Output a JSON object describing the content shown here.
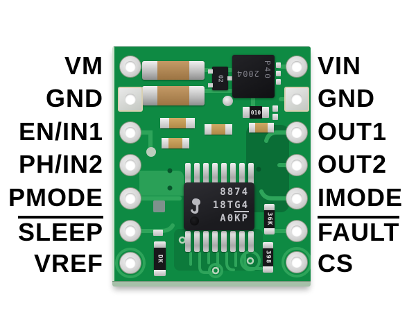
{
  "pins": {
    "left": [
      {
        "label": "VM",
        "overline": false
      },
      {
        "label": "GND",
        "overline": false
      },
      {
        "label": "EN/IN1",
        "overline": false
      },
      {
        "label": "PH/IN2",
        "overline": false
      },
      {
        "label": "PMODE",
        "overline": false
      },
      {
        "label": "SLEEP",
        "overline": true
      },
      {
        "label": "VREF",
        "overline": false
      }
    ],
    "right": [
      {
        "label": "VIN",
        "overline": false
      },
      {
        "label": "GND",
        "overline": false
      },
      {
        "label": "OUT1",
        "overline": false
      },
      {
        "label": "OUT2",
        "overline": false
      },
      {
        "label": "IMODE",
        "overline": false
      },
      {
        "label": "FAULT",
        "overline": true
      },
      {
        "label": "CS",
        "overline": false
      }
    ]
  },
  "ic": {
    "line1": "8874",
    "line2_prefix": "18T",
    "line2_underlined": "G4",
    "line3": "A0KP"
  },
  "components": {
    "mosfet_marking": "2004",
    "mosfet_side_marking": "P40",
    "sot23_marking": "02",
    "top_resistor_marking": "010",
    "bottom_left_resistor_marking": "DK",
    "right_upper_resistor_marking": "36K",
    "right_lower_resistor_marking": "398"
  },
  "colors": {
    "background": "#ffffff",
    "label_text": "#000000",
    "board_green": "#0e8a43",
    "trace_light": "#2ea45a",
    "pour_dark": "#0a6e36",
    "ic_body": "#232327",
    "capacitor_tan": "#b08a52"
  }
}
